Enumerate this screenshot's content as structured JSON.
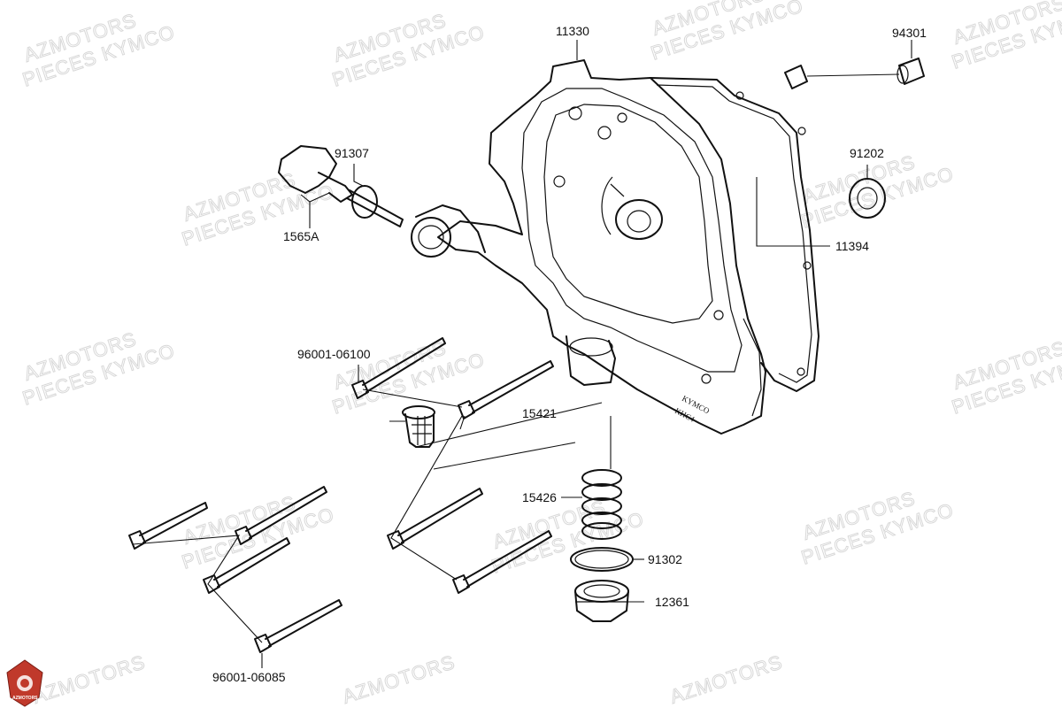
{
  "watermark": {
    "line1": "AZMOTORS",
    "line2": "PIECES KYMCO"
  },
  "logo": {
    "text": "AZMOTORS",
    "color": "#c0392b"
  },
  "cover_embossing": {
    "brand": "KYMCO",
    "code": "KHC4"
  },
  "labels": {
    "cover": "11330",
    "pin": "94301",
    "seal": "91202",
    "gasket": "11394",
    "oring_dipstick": "91307",
    "dipstick": "1565A",
    "bolt_long": "96001-06100",
    "strainer": "15421",
    "spring": "15426",
    "oring_plug": "91302",
    "drain_plug": "12361",
    "bolt_short": "96001-06085"
  }
}
